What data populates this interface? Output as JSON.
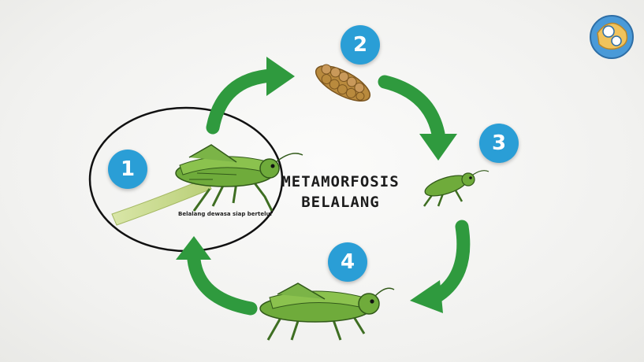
{
  "diagram": {
    "title_line1": "METAMORFOSIS",
    "title_line2": "BELALANG",
    "caption": "Belalang dewasa siap bertelur",
    "stages": [
      {
        "number": "1",
        "label": "adult-grasshopper"
      },
      {
        "number": "2",
        "label": "eggs"
      },
      {
        "number": "3",
        "label": "nymph"
      },
      {
        "number": "4",
        "label": "young-grasshopper"
      }
    ]
  },
  "colors": {
    "badge": "#2a9ed6",
    "arrow": "#2f9a3e",
    "grasshopper": "#5f9e36",
    "eggs": "#b98a3d"
  },
  "icons": [
    "logo-icon"
  ]
}
